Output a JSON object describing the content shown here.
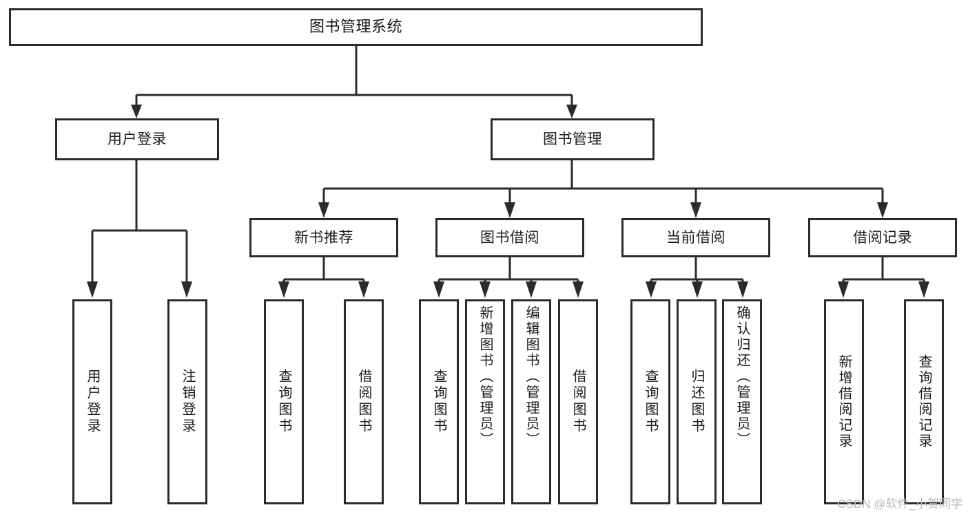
{
  "diagram": {
    "type": "hierarchy-tree",
    "title": "图书管理系统",
    "levels": 4,
    "root": {
      "id": "root",
      "label": "图书管理系统"
    },
    "level2": [
      {
        "id": "user-login",
        "label": "用户登录"
      },
      {
        "id": "book-management",
        "label": "图书管理"
      }
    ],
    "level3": [
      {
        "id": "new-book-recommend",
        "label": "新书推荐",
        "parent": "book-management"
      },
      {
        "id": "book-borrow",
        "label": "图书借阅",
        "parent": "book-management"
      },
      {
        "id": "current-borrow",
        "label": "当前借阅",
        "parent": "book-management"
      },
      {
        "id": "borrow-record",
        "label": "借阅记录",
        "parent": "book-management"
      }
    ],
    "leaves": {
      "user-login": [
        {
          "id": "leaf-user-login",
          "label": "用户登录"
        },
        {
          "id": "leaf-logout",
          "label": "注销登录"
        }
      ],
      "new-book-recommend": [
        {
          "id": "leaf-query-book-1",
          "label": "查询图书"
        },
        {
          "id": "leaf-borrow-book-1",
          "label": "借阅图书"
        }
      ],
      "book-borrow": [
        {
          "id": "leaf-query-book-2",
          "label": "查询图书"
        },
        {
          "id": "leaf-add-book",
          "label": "新增图书（管理员）"
        },
        {
          "id": "leaf-edit-book",
          "label": "编辑图书（管理员）"
        },
        {
          "id": "leaf-borrow-book-2",
          "label": "借阅图书"
        }
      ],
      "current-borrow": [
        {
          "id": "leaf-query-book-3",
          "label": "查询图书"
        },
        {
          "id": "leaf-return-book",
          "label": "归还图书"
        },
        {
          "id": "leaf-confirm-return",
          "label": "确认归还（管理员）"
        }
      ],
      "borrow-record": [
        {
          "id": "leaf-add-record",
          "label": "新增借阅记录"
        },
        {
          "id": "leaf-query-record",
          "label": "查询借阅记录"
        }
      ]
    }
  },
  "watermark": {
    "text": "CSDN @软件_小贺同学"
  },
  "colors": {
    "background": "#ffffff",
    "box_fill": "#ffffff",
    "box_border": "#2b2b2b",
    "connector": "#2b2b2b",
    "text": "#1a1a1a",
    "watermark": "#b9b9b9"
  }
}
